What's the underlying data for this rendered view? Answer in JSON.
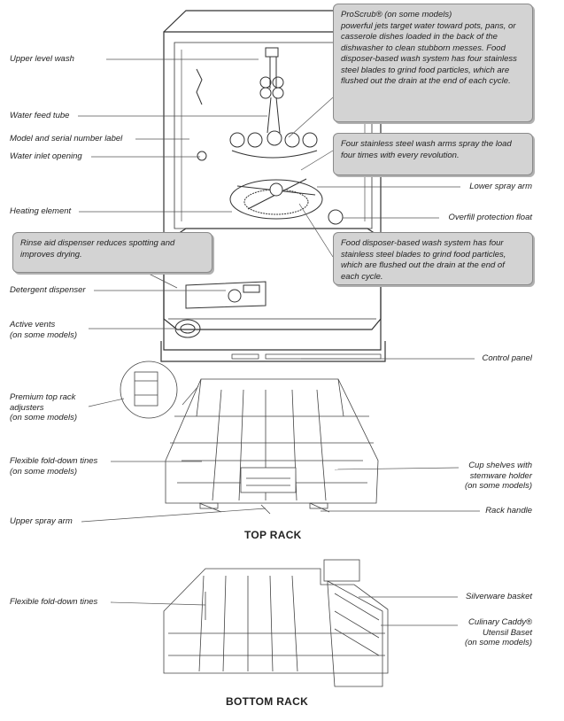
{
  "labels": {
    "upper_level_wash": "Upper level wash",
    "water_feed_tube": "Water feed tube",
    "model_serial": "Model and serial number label",
    "water_inlet": "Water inlet opening",
    "heating_element": "Heating element",
    "detergent_dispenser": "Detergent dispenser",
    "active_vents_1": "Active vents",
    "active_vents_2": "(on some models)",
    "control_panel": "Control panel",
    "lower_spray_arm": "Lower spray arm",
    "overfill_float": "Overfill protection float",
    "premium_adjusters_1": "Premium top rack",
    "premium_adjusters_2": "adjusters",
    "premium_adjusters_3": "(on some models)",
    "fold_tines_top_1": "Flexible fold-down tines",
    "fold_tines_top_2": "(on some models)",
    "cup_shelves_1": "Cup shelves with",
    "cup_shelves_2": "stemware holder",
    "cup_shelves_3": "(on some models)",
    "upper_spray_arm": "Upper spray arm",
    "rack_handle": "Rack handle",
    "fold_tines_bottom": "Flexible fold-down tines",
    "silverware_basket": "Silverware basket",
    "culinary_caddy_1": "Culinary Caddy®",
    "culinary_caddy_2": "Utensil Baset",
    "culinary_caddy_3": "(on some models)"
  },
  "callouts": {
    "proscrub_title": "ProScrub® (on some models)",
    "proscrub_body": "powerful jets target water toward pots, pans, or casserole dishes loaded in the back of the dishwasher to clean stubborn messes. Food disposer-based wash system has four stainless steel blades to grind food particles, which are flushed out the drain at the end of each cycle.",
    "wash_arms": "Four stainless steel wash arms spray the load four times with every revolution.",
    "rinse_aid": "Rinse aid dispenser reduces spotting and improves drying.",
    "food_disposer": "Food disposer-based wash system has four stainless steel blades to grind food particles, which are flushed out the drain at the end of each cycle."
  },
  "headings": {
    "top_rack": "TOP RACK",
    "bottom_rack": "BOTTOM RACK"
  }
}
